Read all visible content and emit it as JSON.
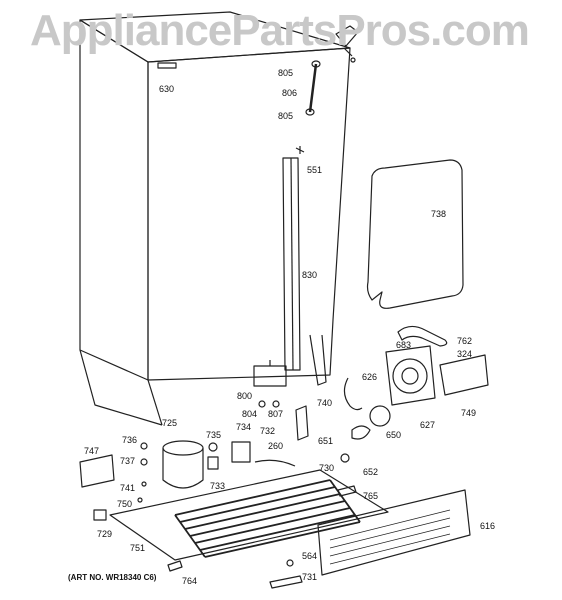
{
  "watermark": "AppliancePartsPros.com",
  "art_number": "(ART NO. WR18340 C6)",
  "callouts": [
    {
      "id": "c805a",
      "text": "805"
    },
    {
      "id": "c806",
      "text": "806"
    },
    {
      "id": "c805b",
      "text": "805"
    },
    {
      "id": "c630",
      "text": "630"
    },
    {
      "id": "c551",
      "text": "551"
    },
    {
      "id": "c738",
      "text": "738"
    },
    {
      "id": "c830",
      "text": "830"
    },
    {
      "id": "c762",
      "text": "762"
    },
    {
      "id": "c683",
      "text": "683"
    },
    {
      "id": "c324",
      "text": "324"
    },
    {
      "id": "c626",
      "text": "626"
    },
    {
      "id": "c800",
      "text": "800"
    },
    {
      "id": "c740",
      "text": "740"
    },
    {
      "id": "c749",
      "text": "749"
    },
    {
      "id": "c627",
      "text": "627"
    },
    {
      "id": "c804",
      "text": "804"
    },
    {
      "id": "c807",
      "text": "807"
    },
    {
      "id": "c725",
      "text": "725"
    },
    {
      "id": "c735",
      "text": "735"
    },
    {
      "id": "c734",
      "text": "734"
    },
    {
      "id": "c732",
      "text": "732"
    },
    {
      "id": "c651",
      "text": "651"
    },
    {
      "id": "c650",
      "text": "650"
    },
    {
      "id": "c736",
      "text": "736"
    },
    {
      "id": "c260",
      "text": "260"
    },
    {
      "id": "c747",
      "text": "747"
    },
    {
      "id": "c737",
      "text": "737"
    },
    {
      "id": "c652",
      "text": "652"
    },
    {
      "id": "c733",
      "text": "733"
    },
    {
      "id": "c730",
      "text": "730"
    },
    {
      "id": "c741",
      "text": "741"
    },
    {
      "id": "c765",
      "text": "765"
    },
    {
      "id": "c750",
      "text": "750"
    },
    {
      "id": "c616",
      "text": "616"
    },
    {
      "id": "c729",
      "text": "729"
    },
    {
      "id": "c751",
      "text": "751"
    },
    {
      "id": "c564",
      "text": "564"
    },
    {
      "id": "c731",
      "text": "731"
    },
    {
      "id": "c764",
      "text": "764"
    }
  ]
}
